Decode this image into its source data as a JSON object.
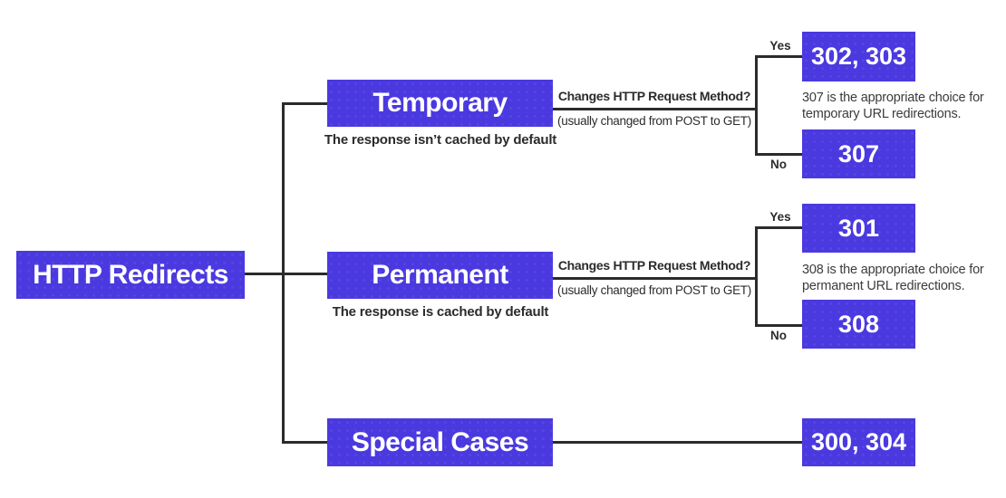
{
  "colors": {
    "box": "#4b39e0",
    "line": "#2b2b2b",
    "text": "#2b2b2b",
    "note_text": "#3c3c3c",
    "node_text": "#ffffff"
  },
  "root": {
    "label": "HTTP Redirects"
  },
  "branches": {
    "temporary": {
      "label": "Temporary",
      "caption": "The response isn’t cached by default",
      "question": "Changes HTTP Request Method?",
      "question_sub": "(usually changed from POST to GET)",
      "yes_label": "Yes",
      "no_label": "No",
      "yes_result": "302, 303",
      "no_result": "307",
      "note": "307 is the appropriate choice for temporary URL redirections."
    },
    "permanent": {
      "label": "Permanent",
      "caption": "The response is cached by default",
      "question": "Changes HTTP Request Method?",
      "question_sub": "(usually changed from POST to GET)",
      "yes_label": "Yes",
      "no_label": "No",
      "yes_result": "301",
      "no_result": "308",
      "note": "308 is the appropriate choice for permanent URL redirections."
    },
    "special": {
      "label": "Special Cases",
      "result": "300, 304"
    }
  }
}
